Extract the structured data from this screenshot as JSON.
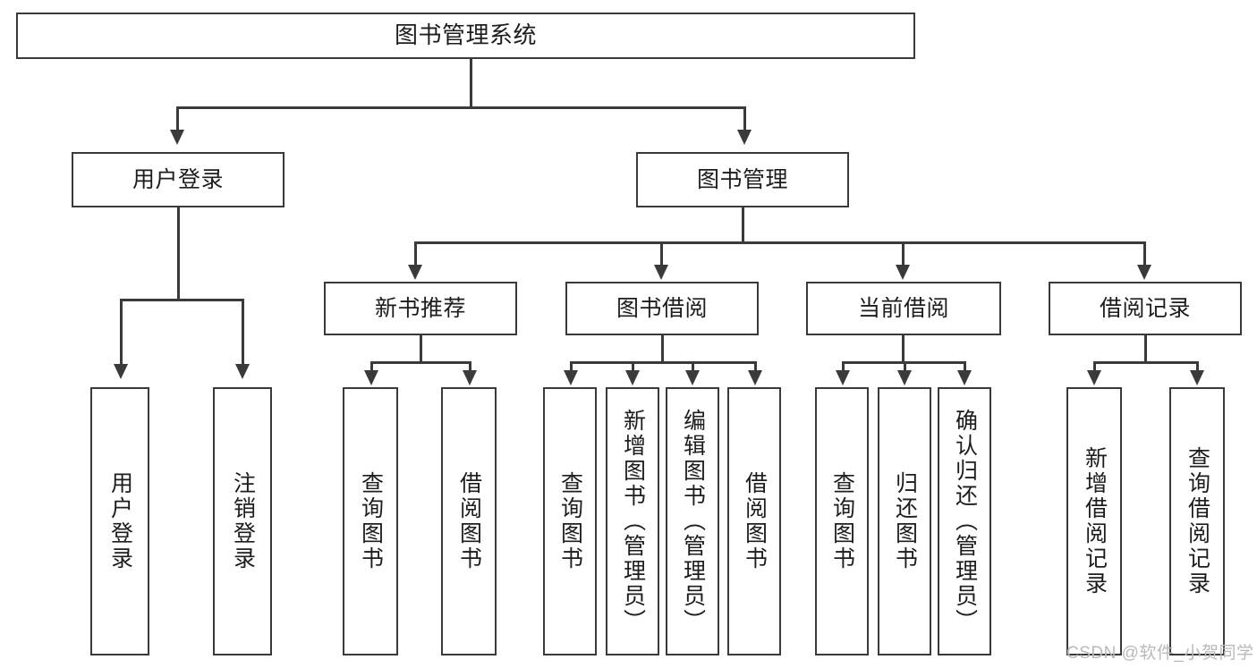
{
  "diagram": {
    "type": "tree-hierarchy-chart",
    "title": "图书管理系统",
    "levels": 4,
    "colors": {
      "box_border": "#3a3a3a",
      "box_fill": "#ffffff",
      "connector": "#3a3a3a",
      "text": "#1d1d1d",
      "watermark": "#b9b9b9",
      "background": "#ffffff"
    },
    "root": {
      "label": "图书管理系统"
    },
    "level2": [
      {
        "label": "用户登录"
      },
      {
        "label": "图书管理"
      }
    ],
    "level3": [
      {
        "label": "新书推荐"
      },
      {
        "label": "图书借阅"
      },
      {
        "label": "当前借阅"
      },
      {
        "label": "借阅记录"
      }
    ],
    "leaves": {
      "user_login": [
        {
          "label": "用户登录"
        },
        {
          "label": "注销登录"
        }
      ],
      "new_book_recommend": [
        {
          "label": "查询图书"
        },
        {
          "label": "借阅图书"
        }
      ],
      "book_borrow": [
        {
          "label": "查询图书"
        },
        {
          "label": "新增图书（管理员）"
        },
        {
          "label": "编辑图书（管理员）"
        },
        {
          "label": "借阅图书"
        }
      ],
      "current_borrow": [
        {
          "label": "查询图书"
        },
        {
          "label": "归还图书"
        },
        {
          "label": "确认归还（管理员）"
        }
      ],
      "borrow_records": [
        {
          "label": "新增借阅记录"
        },
        {
          "label": "查询借阅记录"
        }
      ]
    }
  },
  "watermark": {
    "text": "CSDN @软件_小贺同学"
  }
}
